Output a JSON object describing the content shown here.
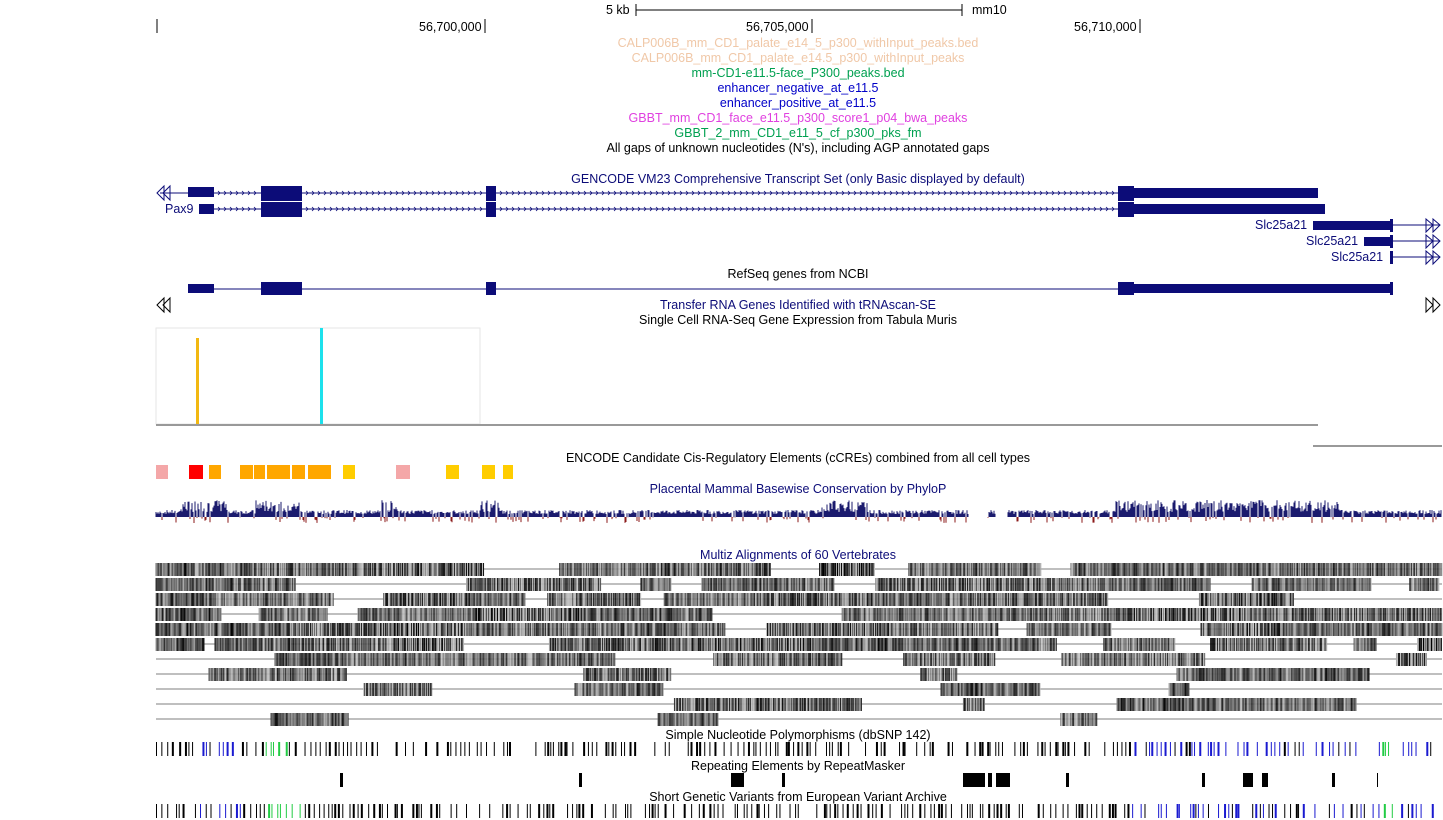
{
  "ruler": {
    "scale_label": "5 kb",
    "assembly": "mm10",
    "ticks": [
      "56,700,000",
      "56,705,000",
      "56,710,000"
    ]
  },
  "colors": {
    "navy": "#0c0c78",
    "calp": "#f0c8a8",
    "green": "#00a050",
    "blue": "#0000c8",
    "magenta": "#e040e0",
    "tabula_orange": "#f2b811",
    "tabula_cyan": "#1de1ec",
    "ccre_pink": "#f4a7a8",
    "ccre_red": "#ff0000",
    "ccre_orange": "#ffa700",
    "ccre_yellow": "#ffcd00"
  },
  "tracks": {
    "calp1": "CALP006B_mm_CD1_palate_e14_5_p300_withInput_peaks.bed",
    "calp2": "CALP006B_mm_CD1_palate_e14.5_p300_withInput_peaks",
    "mmcd1": "mm-CD1-e11.5-face_P300_peaks.bed",
    "enh_neg": "enhancer_negative_at_e11.5",
    "enh_pos": "enhancer_positive_at_e11.5",
    "gbbt1": "GBBT_mm_CD1_face_e11.5_p300_score1_p04_bwa_peaks",
    "gbbt2": "GBBT_2_mm_CD1_e11_5_cf_p300_pks_fm",
    "gaps": "All gaps of unknown nucleotides (N's), including AGP annotated gaps",
    "gencode": "GENCODE VM23 Comprehensive Transcript Set (only Basic displayed by default)",
    "refseq": "RefSeq genes from NCBI",
    "trna": "Transfer RNA Genes Identified with tRNAscan-SE",
    "tabula": "Single Cell RNA-Seq Gene Expression from Tabula Muris",
    "ccre": "ENCODE Candidate Cis-Regulatory Elements (cCREs) combined from all cell types",
    "phylop": "Placental Mammal Basewise Conservation by PhyloP",
    "multiz": "Multiz Alignments of 60 Vertebrates",
    "snp": "Simple Nucleotide Polymorphisms (dbSNP 142)",
    "rmsk": "Repeating Elements by RepeatMasker",
    "eva": "Short Genetic Variants from European Variant Archive"
  },
  "genes": {
    "pax9": "Pax9",
    "slc1": "Slc25a21",
    "slc2": "Slc25a21",
    "slc3": "Slc25a21"
  }
}
